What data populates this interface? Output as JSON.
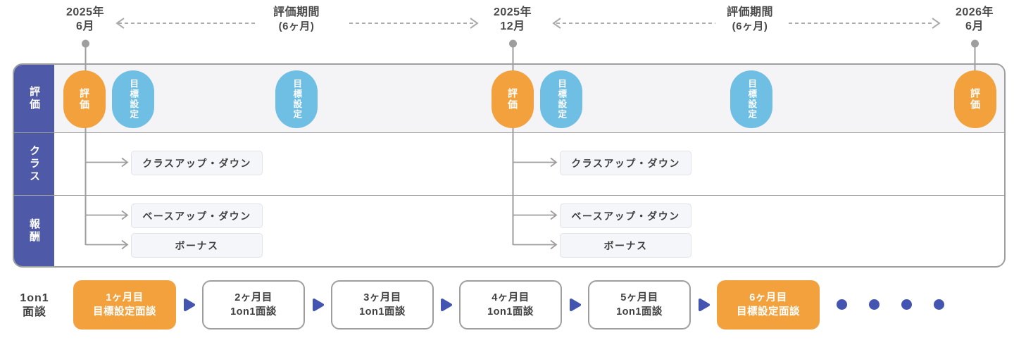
{
  "timeline": {
    "markers": [
      {
        "year": "2025年",
        "month": "6月"
      },
      {
        "year": "2025年",
        "month": "12月"
      },
      {
        "year": "2026年",
        "month": "6月"
      }
    ],
    "periods": [
      {
        "title": "評価期間",
        "subtitle": "(6ヶ月)"
      },
      {
        "title": "評価期間",
        "subtitle": "(6ヶ月)"
      }
    ]
  },
  "board": {
    "row_labels": [
      "評価",
      "クラス",
      "報酬"
    ],
    "events": [
      {
        "type": "evaluation",
        "label": "評価"
      },
      {
        "type": "goal",
        "label": "目標設定"
      },
      {
        "type": "goal",
        "label": "目標設定"
      },
      {
        "type": "evaluation",
        "label": "評価"
      },
      {
        "type": "goal",
        "label": "目標設定"
      },
      {
        "type": "goal",
        "label": "目標設定"
      },
      {
        "type": "evaluation",
        "label": "評価"
      }
    ],
    "outcome_boxes": [
      {
        "label": "クラスアップ・ダウン"
      },
      {
        "label": "ベースアップ・ダウン"
      },
      {
        "label": "ボーナス"
      },
      {
        "label": "クラスアップ・ダウン"
      },
      {
        "label": "ベースアップ・ダウン"
      },
      {
        "label": "ボーナス"
      }
    ]
  },
  "one_on_one": {
    "label_line1": "1on1",
    "label_line2": "面談",
    "cards": [
      {
        "line1": "1ヶ月目",
        "line2": "目標設定面談",
        "highlight": true
      },
      {
        "line1": "2ヶ月目",
        "line2": "1on1面談",
        "highlight": false
      },
      {
        "line1": "3ヶ月目",
        "line2": "1on1面談",
        "highlight": false
      },
      {
        "line1": "4ヶ月目",
        "line2": "1on1面談",
        "highlight": false
      },
      {
        "line1": "5ヶ月目",
        "line2": "1on1面談",
        "highlight": false
      },
      {
        "line1": "6ヶ月目",
        "line2": "目標設定面談",
        "highlight": true
      }
    ],
    "ellipsis_dots": 4
  },
  "colors": {
    "accent_orange": "#F2A13D",
    "accent_light_blue": "#6FBEE4",
    "sidebar_indigo": "#4E59A7",
    "arrow_indigo": "#4355B0",
    "line_gray": "#9E9E9E",
    "text_dark": "#4A4A4A"
  }
}
